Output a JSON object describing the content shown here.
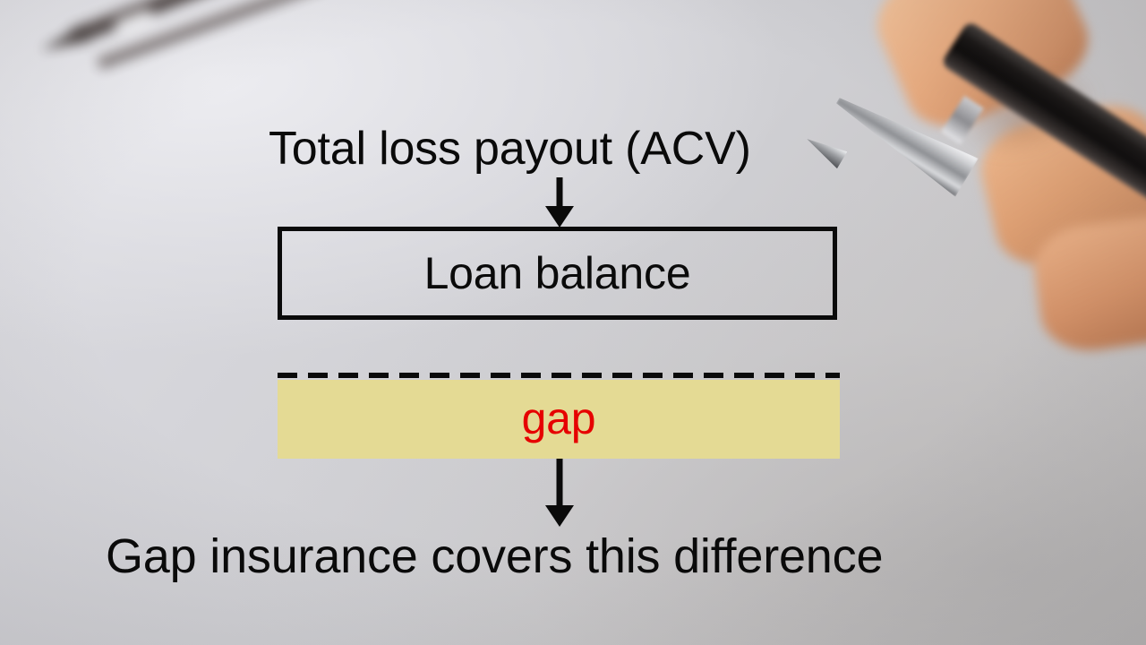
{
  "scene": {
    "background_description": "blurred light-gray desk photograph",
    "background_color": "#cfcfd4",
    "objects": [
      {
        "name": "pencil",
        "position": "top-left",
        "color": "#3b3331"
      },
      {
        "name": "hand-holding-pen",
        "position": "top-right",
        "pen_color": "#0b0909",
        "nib_color": "#cfd0d3",
        "skin_color": "#e6aa7f"
      }
    ]
  },
  "diagram": {
    "top_caption": "Total loss payout (ACV)",
    "top_arrow": {
      "icon": "arrow-down-icon",
      "color": "#0a0a0a"
    },
    "loan_box": {
      "label": "Loan balance",
      "border_color": "#0a0a0a",
      "fill": "transparent"
    },
    "dashed_separator": {
      "color": "#0a0a0a",
      "style": "dashed"
    },
    "gap_band": {
      "label": "gap",
      "fill_color": "#e4da94",
      "text_color": "#e60000"
    },
    "bottom_arrow": {
      "icon": "arrow-down-icon",
      "color": "#0a0a0a"
    },
    "bottom_caption": "Gap insurance covers this difference"
  }
}
